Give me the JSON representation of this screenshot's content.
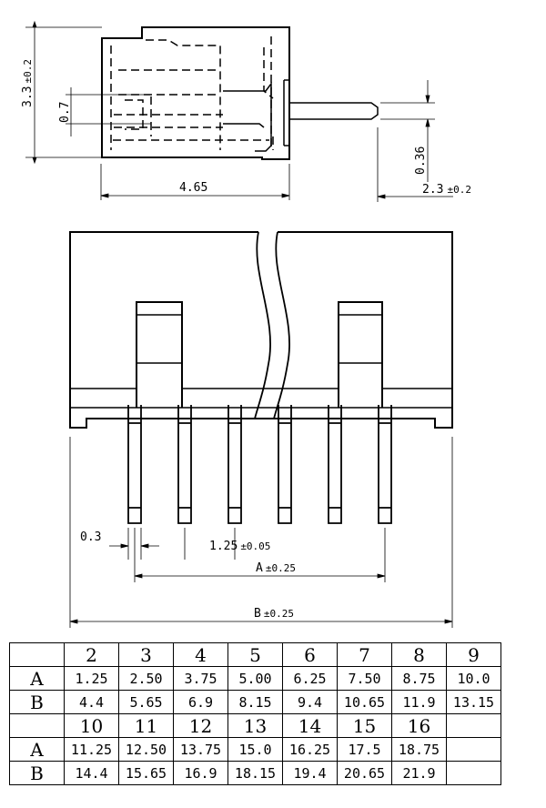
{
  "top_view": {
    "height_dim": "3.3",
    "height_tol": "±0.2",
    "offset_dim": "0.7",
    "width_dim": "4.65",
    "pin_dim": "0.36",
    "pin_len_dim": "2.3",
    "pin_len_tol": "±0.2"
  },
  "front_view": {
    "pin_width_dim": "0.3",
    "pitch_dim": "1.25",
    "pitch_tol": "±0.05",
    "a_dim": "A",
    "a_tol": "±0.25",
    "b_dim": "B",
    "b_tol": "±0.25"
  },
  "table": {
    "row_labels": {
      "a": "A",
      "b": "B"
    },
    "rows": [
      {
        "headers": [
          "2",
          "3",
          "4",
          "5",
          "6",
          "7",
          "8",
          "9"
        ],
        "a": [
          "1.25",
          "2.50",
          "3.75",
          "5.00",
          "6.25",
          "7.50",
          "8.75",
          "10.0"
        ],
        "b": [
          "4.4",
          "5.65",
          "6.9",
          "8.15",
          "9.4",
          "10.65",
          "11.9",
          "13.15"
        ]
      },
      {
        "headers": [
          "10",
          "11",
          "12",
          "13",
          "14",
          "15",
          "16",
          ""
        ],
        "a": [
          "11.25",
          "12.50",
          "13.75",
          "15.0",
          "16.25",
          "17.5",
          "18.75",
          ""
        ],
        "b": [
          "14.4",
          "15.65",
          "16.9",
          "18.15",
          "19.4",
          "20.65",
          "21.9",
          ""
        ]
      }
    ]
  }
}
